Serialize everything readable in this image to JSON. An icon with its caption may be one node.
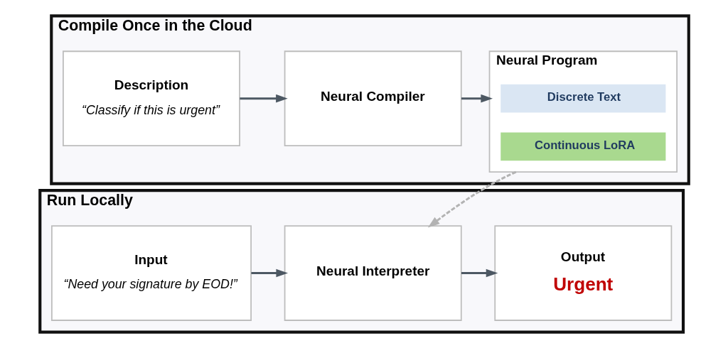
{
  "diagram": {
    "nodes": [
      {
        "text": [
          "Compile Once in the Cloud"
        ]
      },
      {
        "text": [
          "Description",
          "“Classify if this is urgent”"
        ],
        "in": 0
      },
      {
        "text": [
          "Neural Compiler"
        ],
        "in": 0
      },
      {
        "text": [
          "Neural Program"
        ],
        "in": 0
      },
      {
        "text": [
          "Discrete Text"
        ],
        "in": 3
      },
      {
        "text": [
          "Continuous LoRA"
        ],
        "in": 3
      },
      {
        "text": [
          "Run Locally"
        ]
      },
      {
        "text": [
          "Input",
          "“Need your signature by EOD!”"
        ],
        "in": 6
      },
      {
        "text": [
          "Neural Interpreter"
        ],
        "in": 6
      },
      {
        "text": [
          "Output",
          "Urgent"
        ],
        "in": 6
      }
    ],
    "edges": [
      {
        "from": 1,
        "to": 2,
        "arrow": "to"
      },
      {
        "from": 2,
        "to": 3,
        "arrow": "to"
      },
      {
        "from": 3,
        "to": 8,
        "arrow": "to",
        "style": "dashed",
        "color": "#b3b3b3"
      },
      {
        "from": 7,
        "to": 8,
        "arrow": "to"
      },
      {
        "from": 8,
        "to": 9,
        "arrow": "to"
      }
    ]
  }
}
